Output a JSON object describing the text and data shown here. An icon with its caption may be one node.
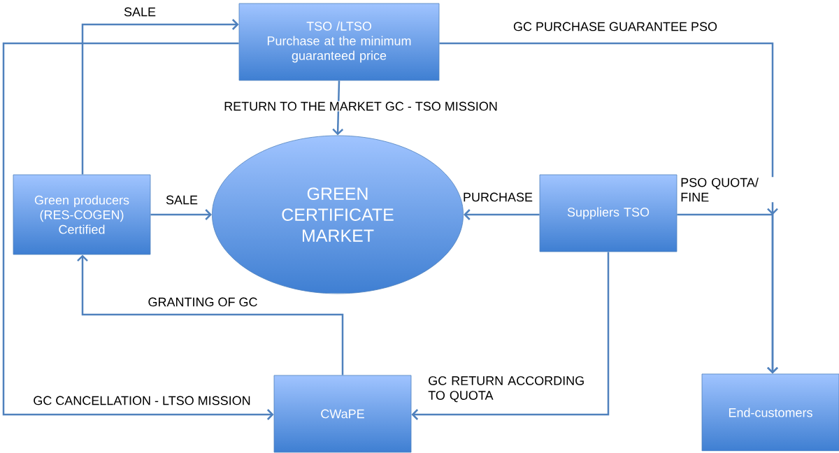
{
  "diagram": {
    "nodes": [
      {
        "text": [
          "TSO /LTSO",
          "Purchase at the minimum guaranteed price"
        ]
      },
      {
        "text": [
          "Green producers (RES-COGEN) Certified"
        ]
      },
      {
        "text": [
          "GREEN CERTIFICATE MARKET"
        ]
      },
      {
        "text": [
          "Suppliers TSO"
        ]
      },
      {
        "text": [
          "CWaPE"
        ]
      },
      {
        "text": [
          "End-customers"
        ]
      }
    ],
    "edges": [
      {
        "from": 1,
        "to": 0,
        "arrow": "to",
        "label": "SALE"
      },
      {
        "from": 0,
        "to": 4,
        "arrow": "to",
        "label": "GC CANCELLATION - LTSO MISSION"
      },
      {
        "from": 0,
        "to": 5,
        "arrow": "to",
        "label": "GC PURCHASE GUARANTEE PSO"
      },
      {
        "from": 0,
        "to": 2,
        "arrow": "to",
        "label": "RETURN TO THE MARKET GC - TSO MISSION"
      },
      {
        "from": 1,
        "to": 2,
        "arrow": "to",
        "label": "SALE"
      },
      {
        "from": 3,
        "to": 2,
        "arrow": "to",
        "label": "PURCHASE"
      },
      {
        "from": 3,
        "to": 5,
        "arrow": "to",
        "label": "PSO QUOTA/ FINE"
      },
      {
        "from": 3,
        "to": 4,
        "arrow": "to",
        "label": "GC RETURN ACCORDING TO QUOTA"
      },
      {
        "from": 4,
        "to": 1,
        "arrow": "to",
        "label": "GRANTING OF GC"
      }
    ]
  }
}
